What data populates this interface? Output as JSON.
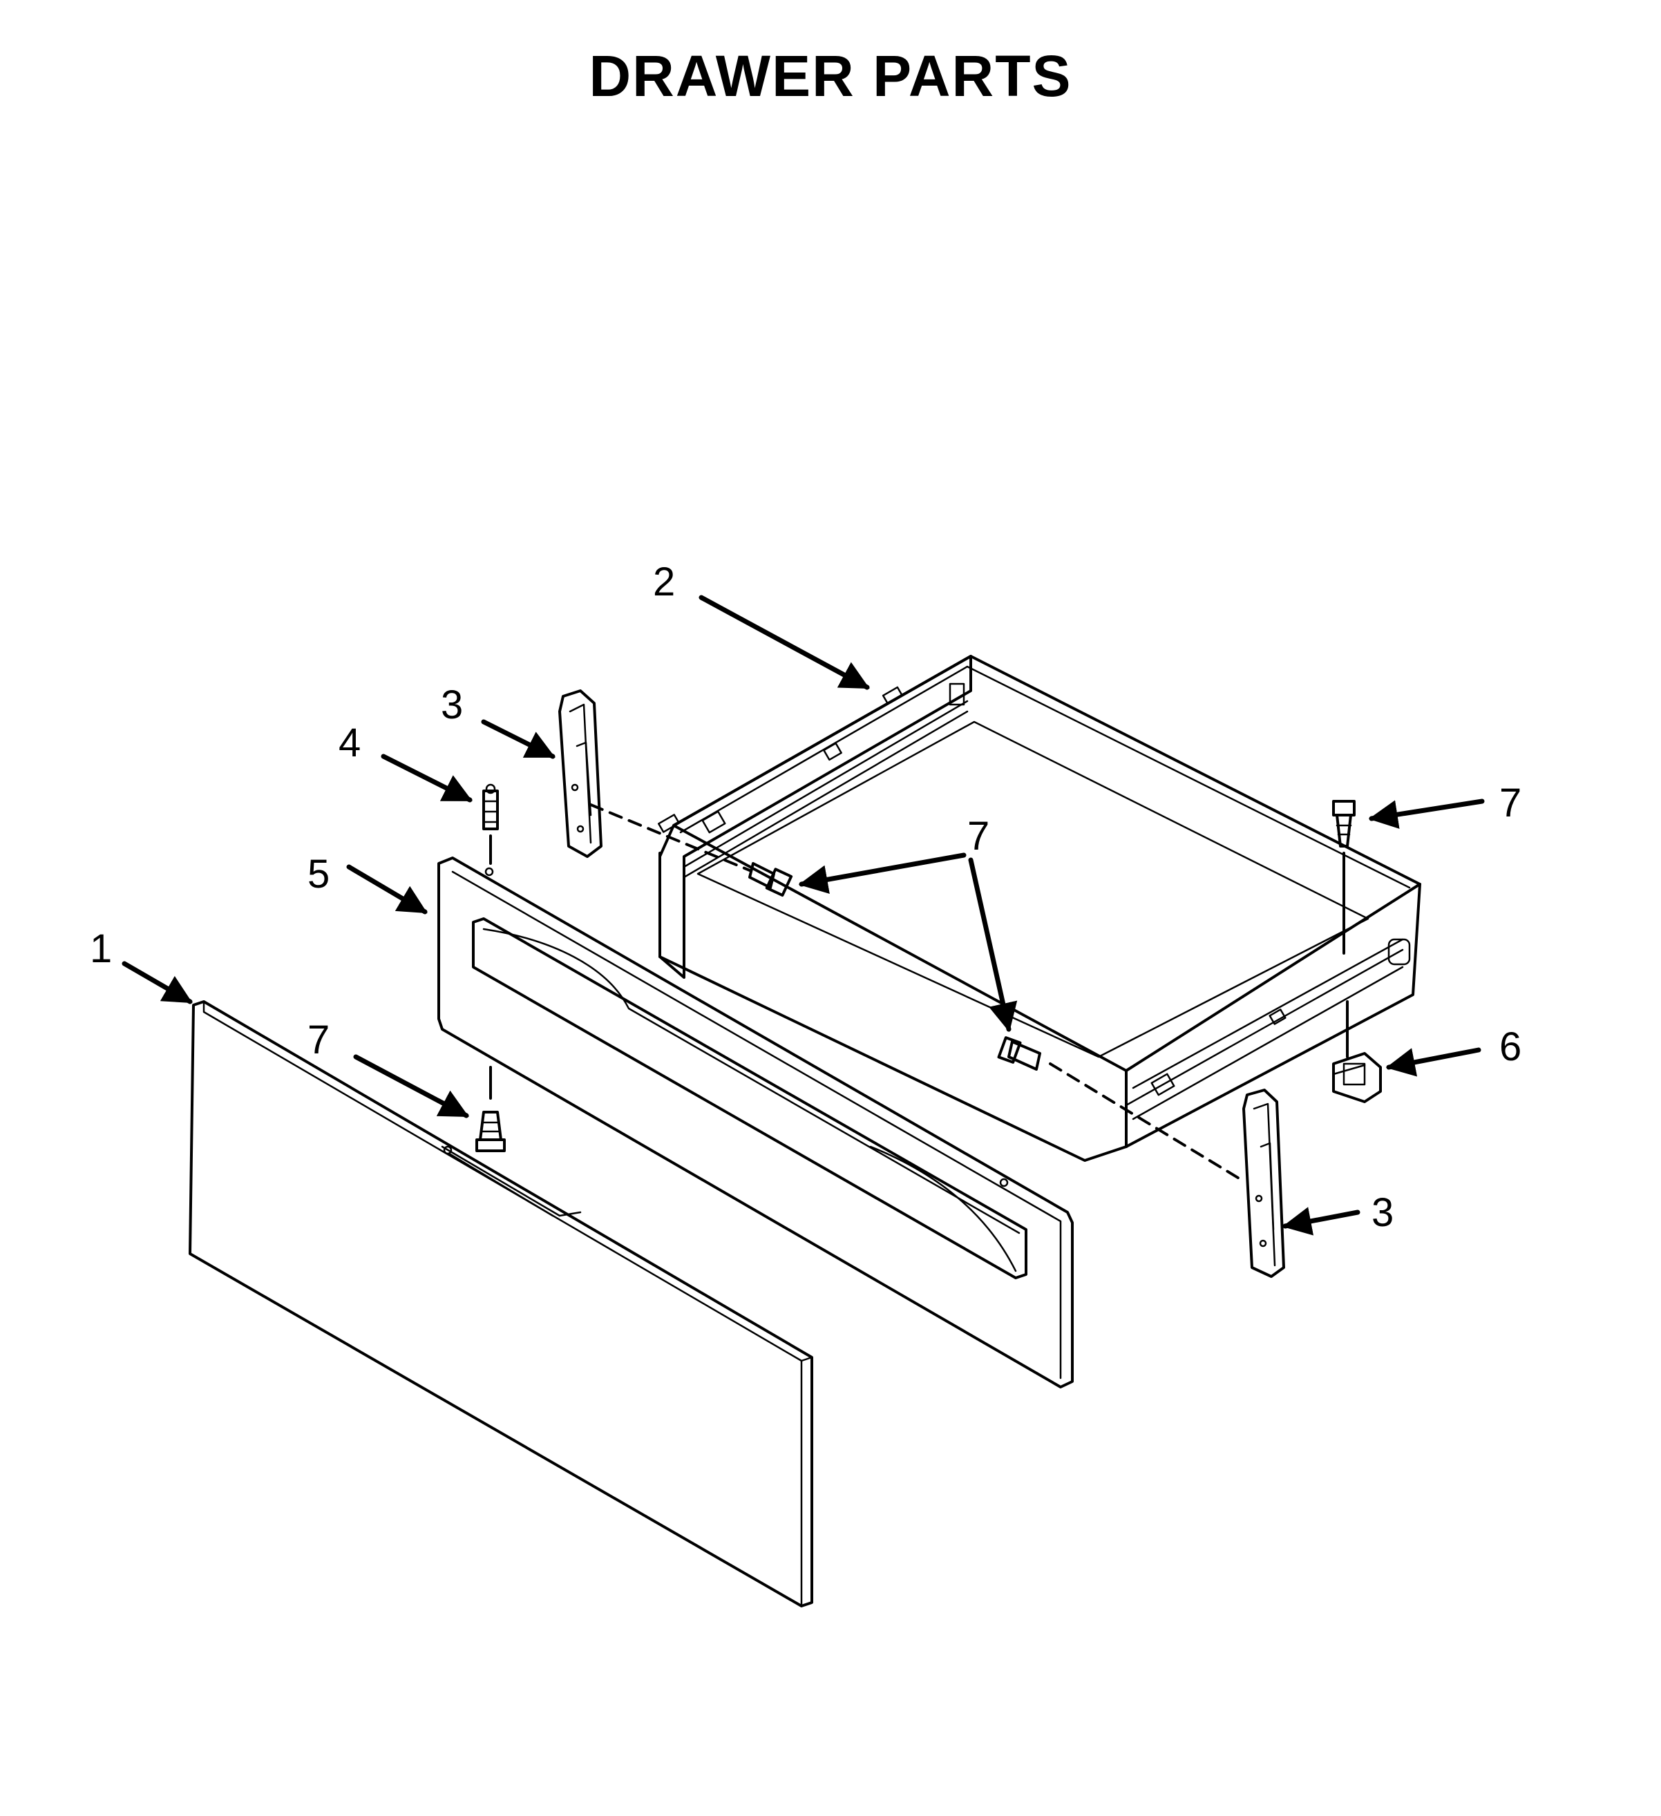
{
  "title": "DRAWER PARTS",
  "colors": {
    "ink": "#000000",
    "background": "#ffffff"
  },
  "callouts": [
    {
      "id": "1",
      "text": "1"
    },
    {
      "id": "2",
      "text": "2"
    },
    {
      "id": "3a",
      "text": "3"
    },
    {
      "id": "3b",
      "text": "3"
    },
    {
      "id": "4",
      "text": "4"
    },
    {
      "id": "5",
      "text": "5"
    },
    {
      "id": "6",
      "text": "6"
    },
    {
      "id": "7a",
      "text": "7"
    },
    {
      "id": "7b",
      "text": "7"
    },
    {
      "id": "7c",
      "text": "7"
    }
  ]
}
